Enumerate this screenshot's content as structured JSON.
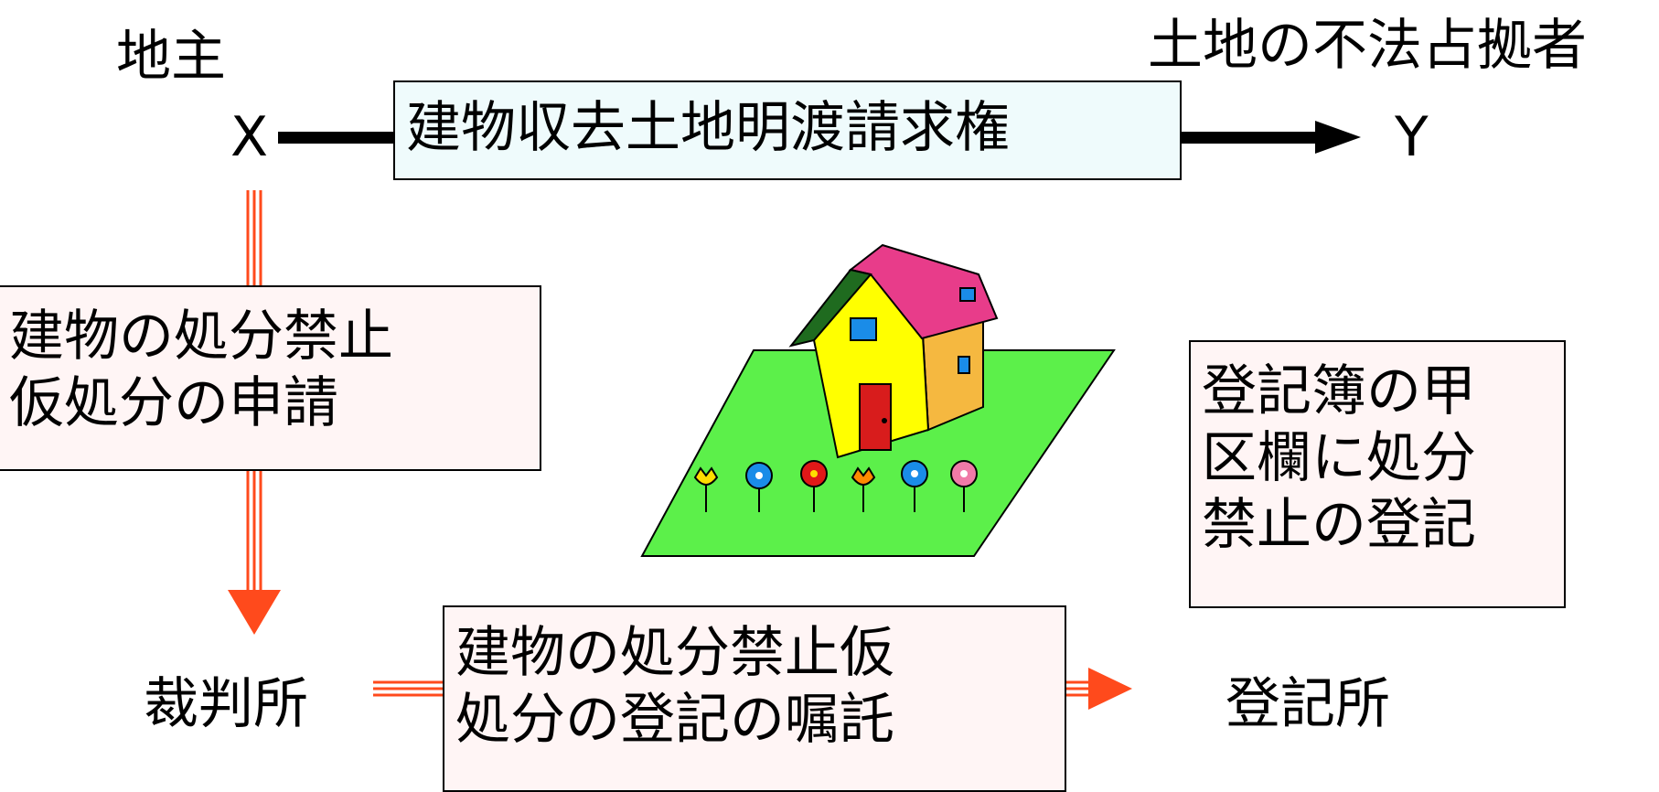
{
  "labels": {
    "landowner": "地主",
    "x": "X",
    "occupier": "土地の不法占拠者",
    "y": "Y",
    "court": "裁判所",
    "registry": "登記所"
  },
  "boxes": {
    "claim": "建物収去土地明渡請求権",
    "application": [
      "建物の処分禁止",
      "仮処分の申請"
    ],
    "registration": [
      "登記簿の甲",
      "区欄に処分",
      "禁止の登記"
    ],
    "commission": [
      "建物の処分禁止仮",
      "処分の登記の嘱託"
    ]
  },
  "colors": {
    "claim_box_bg": "#effbfc",
    "pink_box_bg": "#fff5f5",
    "red_arrow": "#ff4a1c",
    "black_arrow": "#000000",
    "grass": "#5cf04a",
    "house_wall": "#ffff00",
    "house_side": "#f5b840",
    "roof": "#e83c8a",
    "door": "#d81c1c",
    "window": "#1a8ce8"
  }
}
